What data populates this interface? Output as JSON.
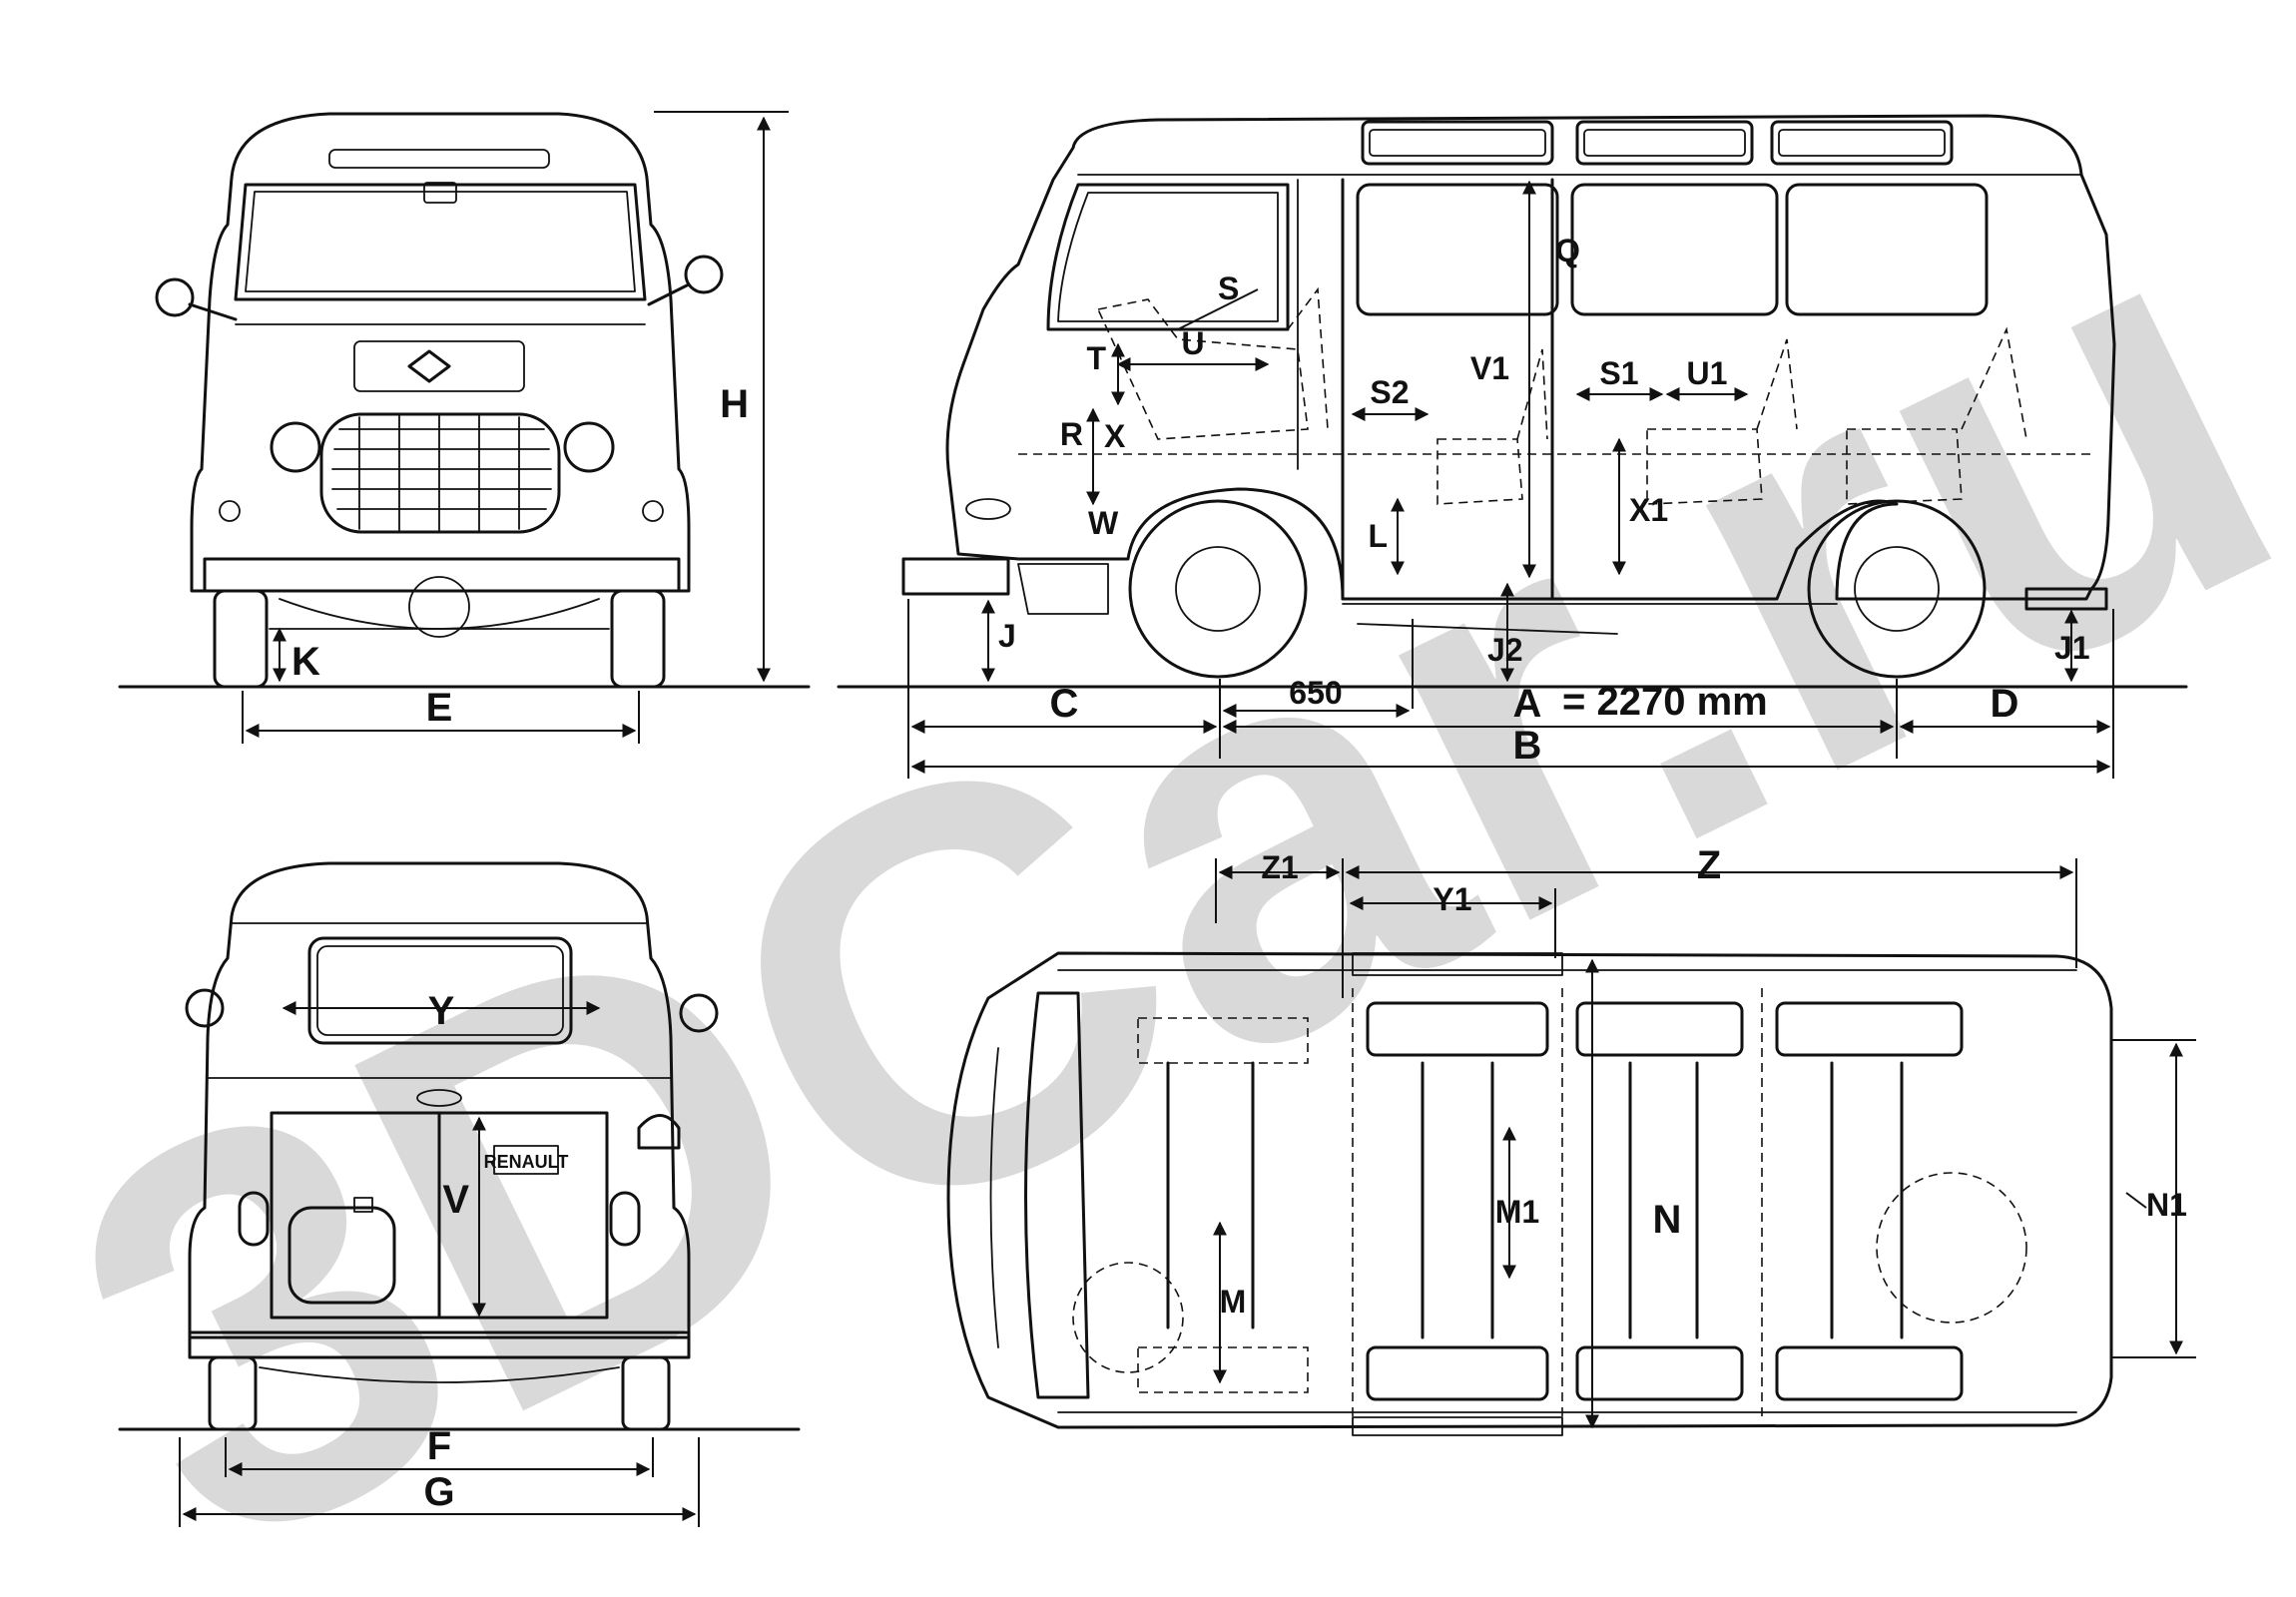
{
  "watermark": "3DCar.ru",
  "views": {
    "front": {
      "labels": {
        "height": "H",
        "ground_clearance": "K",
        "track": "E"
      }
    },
    "side": {
      "labels": {
        "wheelbase": "A",
        "wheelbase_value": "= 2270 mm",
        "length": "B",
        "front_overhang": "C",
        "rear_overhang": "D",
        "fixed_dim": "650",
        "interior_height": "Q",
        "seat_depth": "U",
        "seat_angle": "S",
        "rear_seat_depth": "U1",
        "rear_seat_spacing": "S1",
        "bench_spacing": "S2",
        "step_height": "V1",
        "seat_height": "X1",
        "cab_seat_height": "X",
        "dash_radius": "R",
        "pedal_dim": "W",
        "floor_height": "L",
        "front_ground": "J",
        "floor_ground": "J2",
        "rear_ground": "J1",
        "cab_offset": "T"
      }
    },
    "rear": {
      "labels": {
        "door_width": "Y",
        "door_height": "V",
        "track_rear": "F",
        "overall_width": "G"
      },
      "badge": "RENAULT"
    },
    "top": {
      "labels": {
        "cargo_length": "Z",
        "cab_length": "Z1",
        "window_length": "Y1",
        "aisle_width": "N",
        "bench_width": "M1",
        "front_width": "M",
        "rear_width": "N1"
      }
    }
  }
}
